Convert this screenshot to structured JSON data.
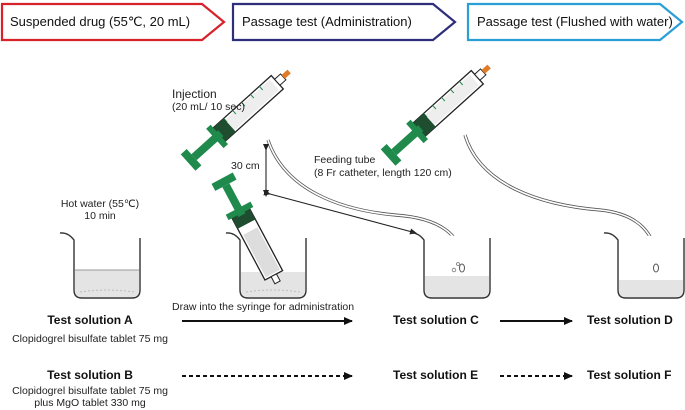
{
  "colors": {
    "stage1": "#d7222a",
    "stage2": "#2e2e7a",
    "stage3": "#2a9fd6",
    "syringe_green": "#1f8a4c",
    "plunger_dark": "#1e4d2f",
    "tube_orange": "#e07b27",
    "ink": "#222222",
    "arrow": "#111111"
  },
  "stages": [
    {
      "label": "Suspended drug (55℃, 20 mL)"
    },
    {
      "label": "Passage test (Administration)"
    },
    {
      "label": "Passage test (Flushed with water)"
    }
  ],
  "annotations": {
    "injection_title": "Injection",
    "injection_detail": "(20 mL/ 10 sec)",
    "height": "30 cm",
    "feeding_tube_title": "Feeding tube",
    "feeding_tube_detail": "(8 Fr catheter, length 120 cm)",
    "hot_water_title": "Hot water (55℃)",
    "hot_water_time": "10 min",
    "draw_instruction": "Draw into the syringe for administration"
  },
  "solutions": {
    "a": {
      "name": "Test solution A",
      "desc_line1": "Clopidogrel bisulfate tablet 75 mg"
    },
    "b": {
      "name": "Test solution B",
      "desc_line1": "Clopidogrel bisulfate tablet 75 mg",
      "desc_line2": "plus MgO tablet 330 mg"
    },
    "c": {
      "name": "Test solution C"
    },
    "d": {
      "name": "Test solution D"
    },
    "e": {
      "name": "Test solution E"
    },
    "f": {
      "name": "Test solution F"
    }
  }
}
